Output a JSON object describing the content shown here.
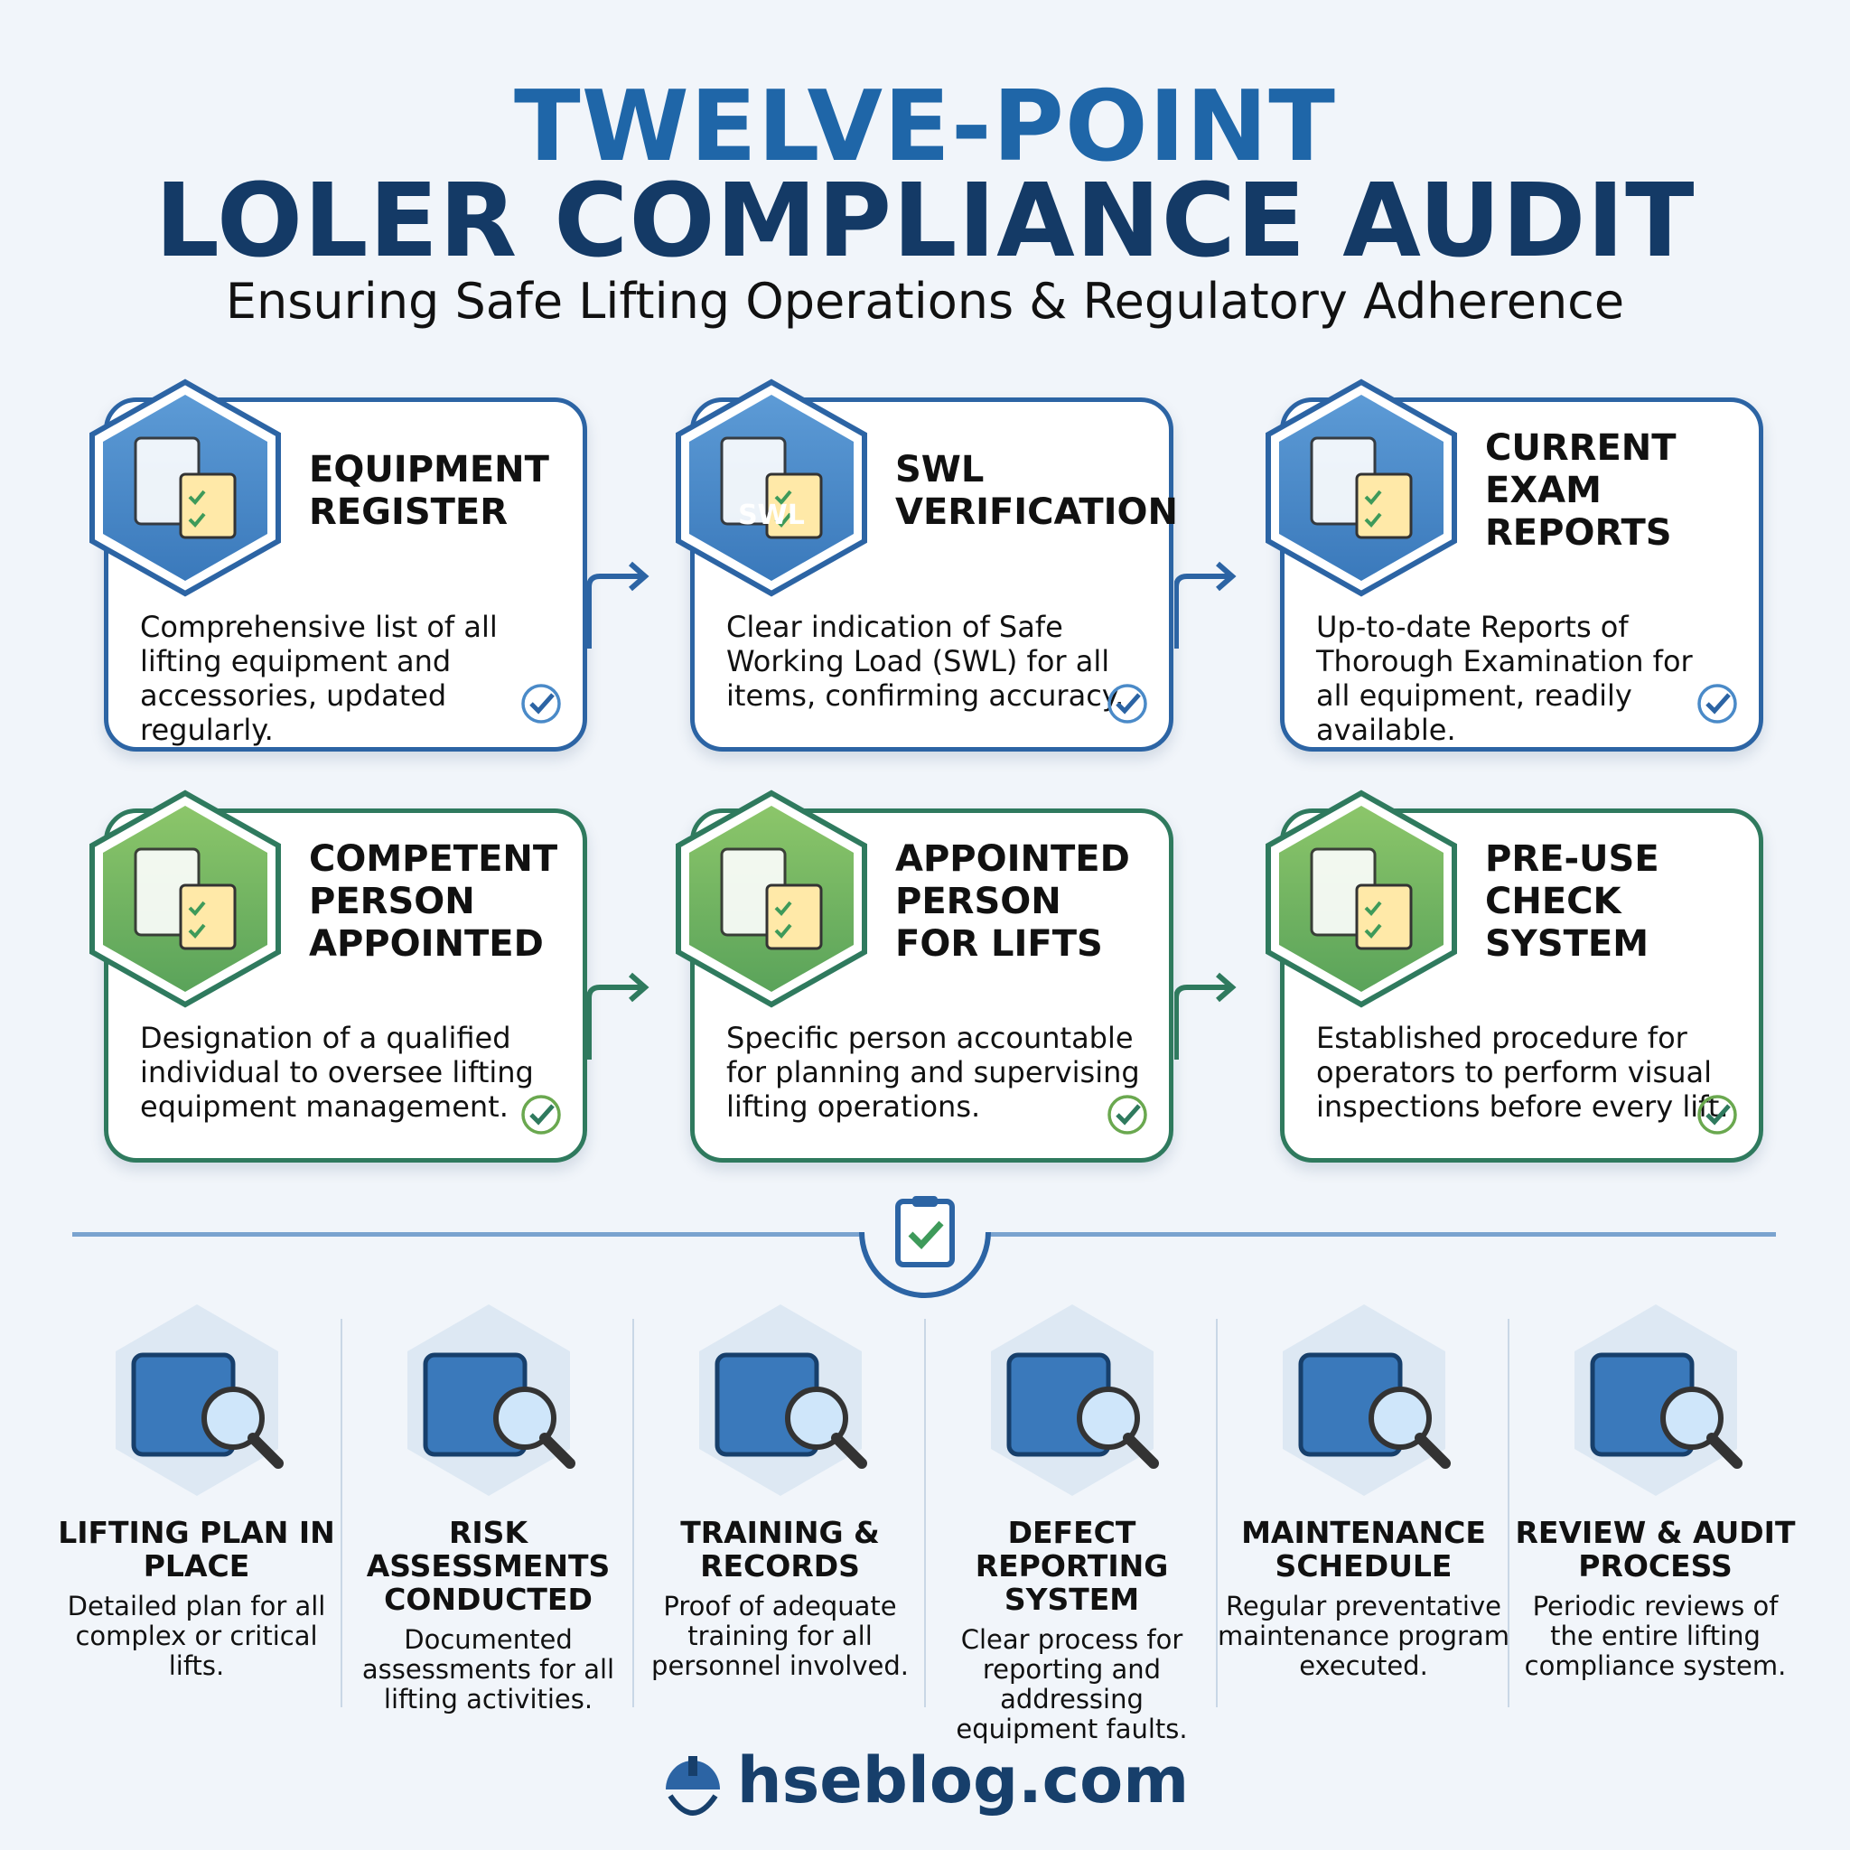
{
  "header": {
    "title_line1": "TWELVE-POINT",
    "title_line2": "LOLER COMPLIANCE AUDIT",
    "subtitle": "Ensuring Safe Lifting Operations & Regulatory Adherence"
  },
  "cards": [
    {
      "title": [
        "EQUIPMENT",
        "REGISTER"
      ],
      "desc": "Comprehensive list of all lifting equipment and accessories, updated regularly.",
      "icon": "register-clipboard-icon"
    },
    {
      "title": [
        "SWL",
        "VERIFICATION"
      ],
      "desc": "Clear indication of Safe Working Load (SWL) for all items, confirming accuracy.",
      "icon": "swl-weight-icon",
      "icon_text": "SWL"
    },
    {
      "title": [
        "CURRENT",
        "EXAM",
        "REPORTS"
      ],
      "desc": "Up-to-date Reports of Thorough Examination for all equipment, readily available.",
      "icon": "calendar-certificate-icon"
    },
    {
      "title": [
        "COMPETENT",
        "PERSON",
        "APPOINTED"
      ],
      "desc": "Designation of a qualified individual to oversee lifting equipment management.",
      "icon": "competent-person-icon"
    },
    {
      "title": [
        "APPOINTED",
        "PERSON",
        "FOR LIFTS"
      ],
      "desc": "Specific person accountable for planning and supervising lifting operations.",
      "icon": "appointed-person-crane-icon"
    },
    {
      "title": [
        "PRE-USE",
        "CHECK",
        "SYSTEM"
      ],
      "desc": "Established procedure for operators to perform visual inspections before every lift.",
      "icon": "checklist-magnifier-icon"
    }
  ],
  "items": [
    {
      "title": "LIFTING PLAN IN PLACE",
      "desc": "Detailed plan for all complex or critical lifts.",
      "icon": "blueprint-crane-icon"
    },
    {
      "title": "RISK ASSESSMENTS CONDUCTED",
      "desc": "Documented assessments for all lifting activities.",
      "icon": "warning-magnifier-icon"
    },
    {
      "title": "TRAINING & RECORDS",
      "desc": "Proof of adequate training for all personnel involved.",
      "icon": "trainee-certificate-icon"
    },
    {
      "title": "DEFECT REPORTING SYSTEM",
      "desc": "Clear process for reporting and addressing equipment faults.",
      "icon": "broken-chain-icon"
    },
    {
      "title": "MAINTENANCE SCHEDULE",
      "desc": "Regular preventative maintenance program executed.",
      "icon": "wrench-calendar-icon"
    },
    {
      "title": "REVIEW & AUDIT PROCESS",
      "desc": "Periodic reviews of the entire lifting compliance system.",
      "icon": "review-cycle-icon"
    }
  ],
  "footer": {
    "brand": "hseblog.com"
  },
  "colors": {
    "blue": "#2c64a4",
    "green": "#2f7a5e",
    "navy": "#143a66",
    "check_blue": "#4a8ac8",
    "check_green": "#6aa84f"
  }
}
